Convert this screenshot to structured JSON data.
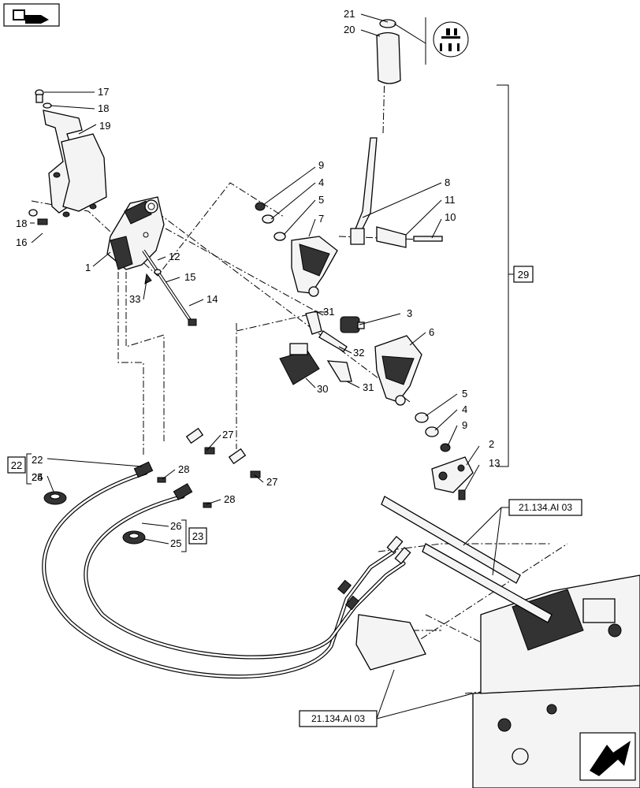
{
  "callouts": [
    "1",
    "2",
    "3",
    "4",
    "4",
    "5",
    "5",
    "6",
    "7",
    "8",
    "9",
    "9",
    "10",
    "11",
    "12",
    "13",
    "14",
    "15",
    "16",
    "17",
    "18",
    "18",
    "19",
    "20",
    "21",
    "22",
    "23",
    "24",
    "25",
    "25",
    "26",
    "27",
    "27",
    "28",
    "28",
    "29",
    "30",
    "31",
    "31",
    "32",
    "33"
  ],
  "references": [
    "21.134.AI 03",
    "21.134.AI 03"
  ],
  "icons": {
    "top_left": "book-reference-icon",
    "bottom_right": "next-page-arrow-icon",
    "shift_pattern": "gear-shift-pattern-icon"
  }
}
